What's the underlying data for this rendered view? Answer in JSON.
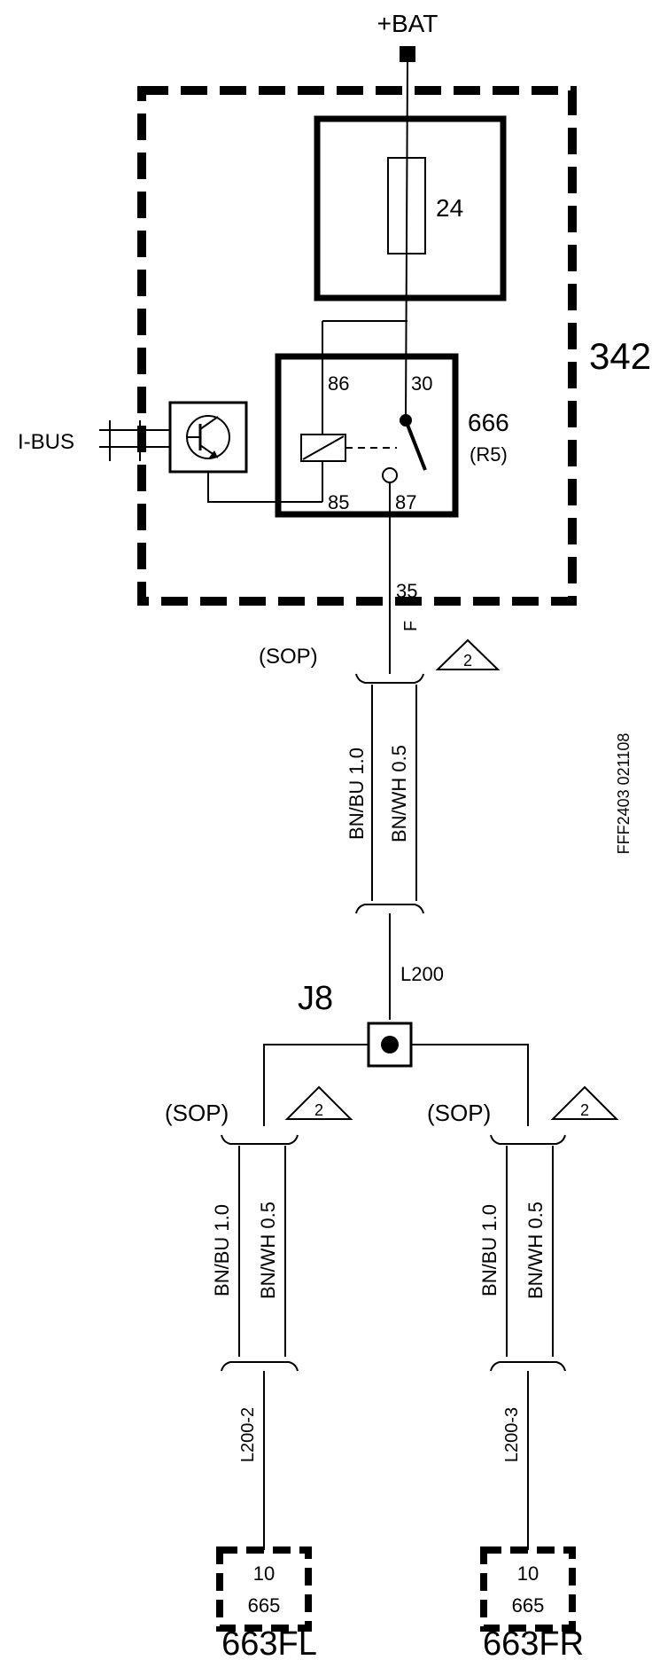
{
  "supply": {
    "label": "+BAT"
  },
  "unit": {
    "id": "342"
  },
  "fuse": {
    "number": "24"
  },
  "relay": {
    "id": "666",
    "ref": "(R5)",
    "pins": {
      "p86": "86",
      "p30": "30",
      "p85": "85",
      "p87": "87"
    }
  },
  "bus": {
    "label": "I-BUS"
  },
  "output": {
    "pin": "35",
    "letter": "F"
  },
  "sop_label": "(SOP)",
  "note_number": "2",
  "harness_top": {
    "wire_a": "BN/BU  1.0",
    "wire_b": "BN/WH  0.5",
    "circuit": "L200"
  },
  "drawing_id": "FFF2403  021108",
  "splice": {
    "id": "J8"
  },
  "branches": [
    {
      "wire_a": "BN/BU  1.0",
      "wire_b": "BN/WH  0.5",
      "circuit": "L200-2",
      "conn_pin": "10",
      "conn_id": "665",
      "component": "663FL"
    },
    {
      "wire_a": "BN/BU  1.0",
      "wire_b": "BN/WH  0.5",
      "circuit": "L200-3",
      "conn_pin": "10",
      "conn_id": "665",
      "component": "663FR"
    }
  ]
}
